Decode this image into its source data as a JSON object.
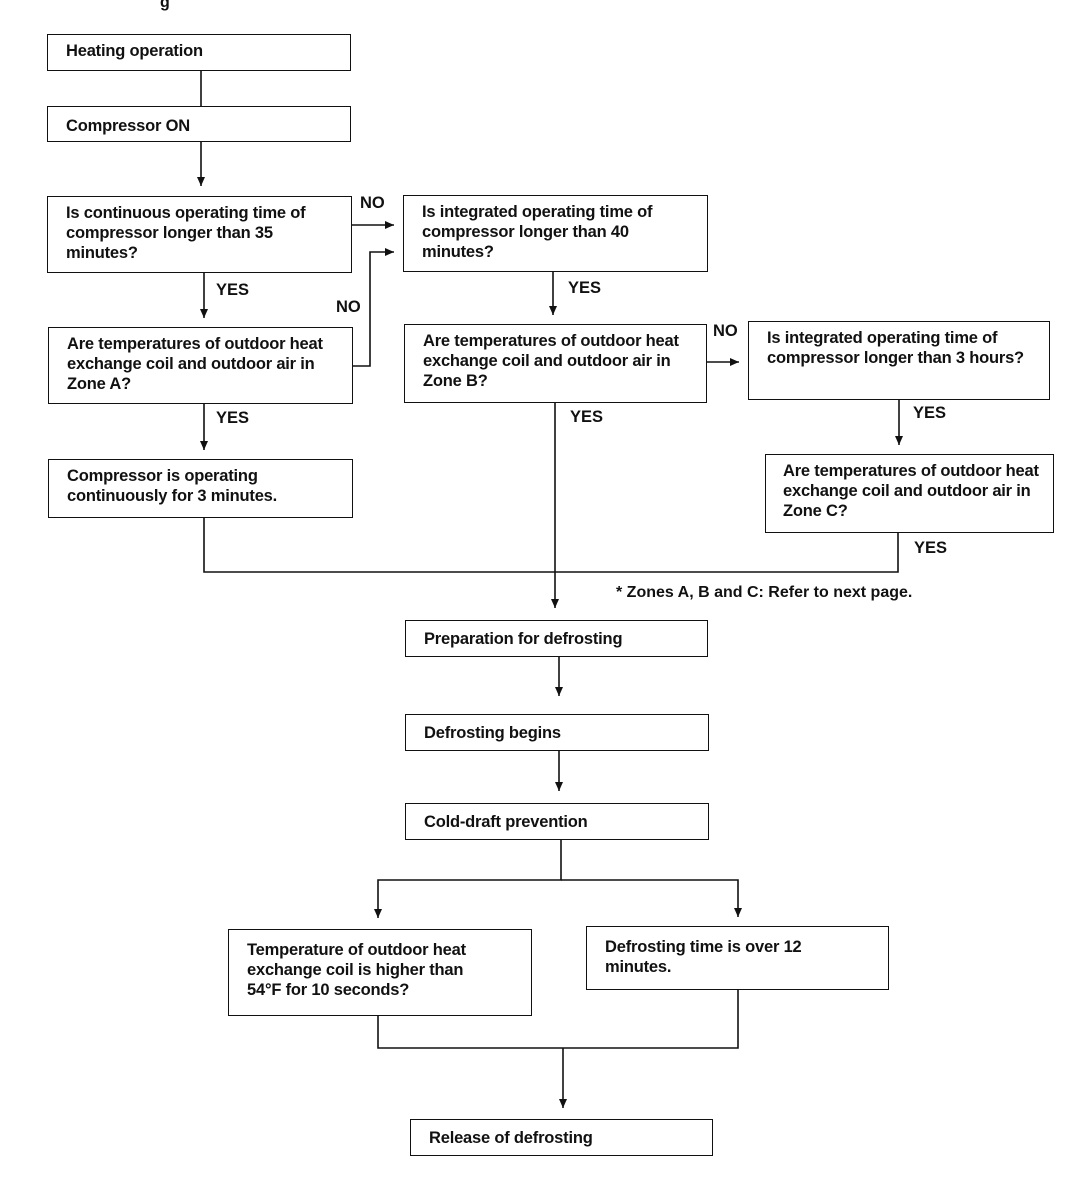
{
  "header": {
    "partial_title": "...g"
  },
  "boxes": {
    "heating": "Heating operation",
    "comp_on": "Compressor ON",
    "q_cont35": "Is continuous operating time of compressor longer than 35 minutes?",
    "q_int40": "Is integrated operating time of compressor longer than 40 minutes?",
    "q_zoneA": "Are temperatures of outdoor heat exchange coil and outdoor air in Zone A?",
    "q_zoneB": "Are temperatures of outdoor heat exchange coil and outdoor air in Zone B?",
    "q_int3h": "Is integrated operating time of compressor longer than 3 hours?",
    "cont3min": "Compressor is operating continuously for 3 minutes.",
    "q_zoneC": "Are temperatures of outdoor heat exchange coil and outdoor air in Zone C?",
    "prep": "Preparation for defrosting",
    "begins": "Defrosting begins",
    "colddraft": "Cold-draft prevention",
    "q_temp54": "Temperature of outdoor heat exchange coil is higher than 54°F for 10 seconds?",
    "q_time12": "Defrosting time is over 12 minutes.",
    "release": "Release of defrosting"
  },
  "labels": {
    "no": "NO",
    "yes": "YES"
  },
  "note": "* Zones A, B and C: Refer to next page."
}
